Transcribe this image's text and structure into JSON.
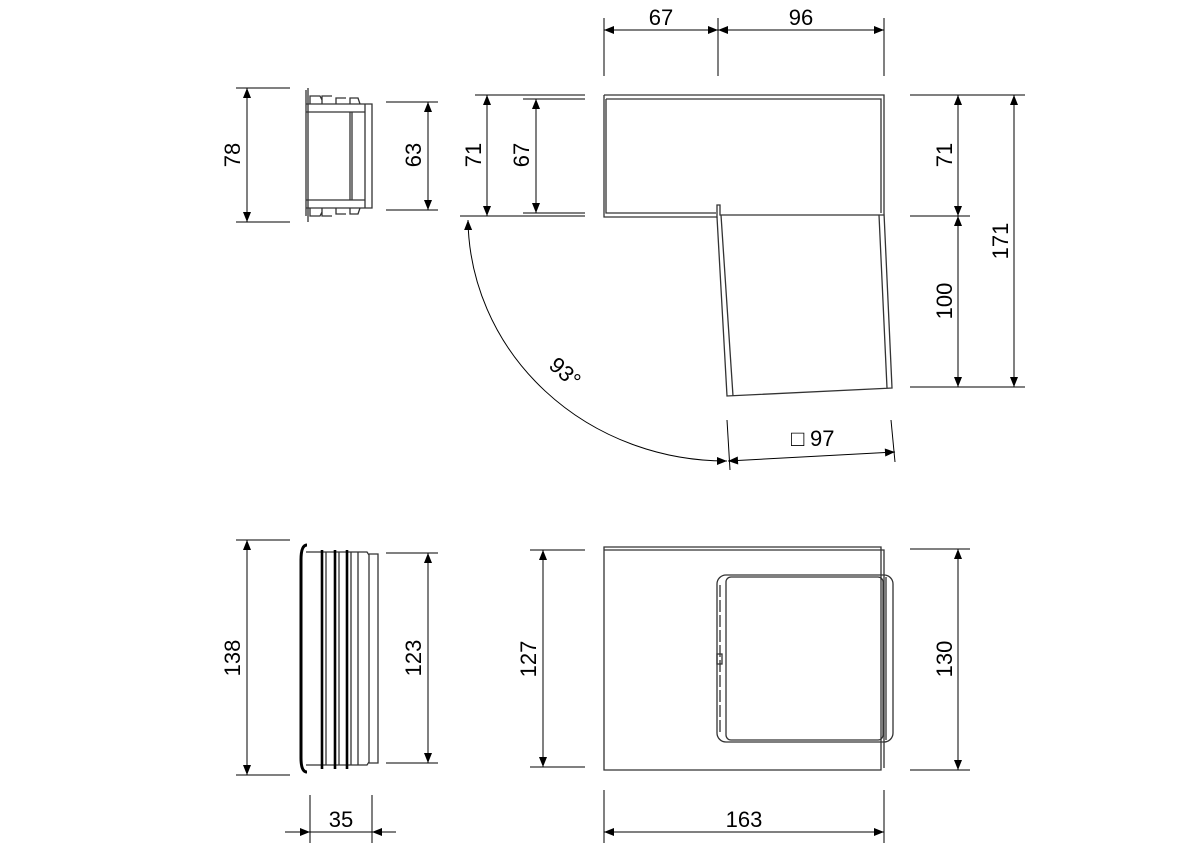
{
  "drawing": {
    "top_view": {
      "coupler_height": "78",
      "coupler_inner": "63",
      "bend_outer_height": "71",
      "bend_inner_height": "67",
      "bend_leg_width_left": "67",
      "bend_leg_width_right": "96",
      "right_upper": "71",
      "right_lower": "100",
      "right_total": "171",
      "angle": "93°",
      "square_symbol": "□",
      "square_size": "97"
    },
    "bottom_view": {
      "coupler_height": "138",
      "coupler_inner": "123",
      "coupler_depth": "35",
      "bend_height_left": "127",
      "bend_height_right": "130",
      "bend_width": "163"
    }
  }
}
